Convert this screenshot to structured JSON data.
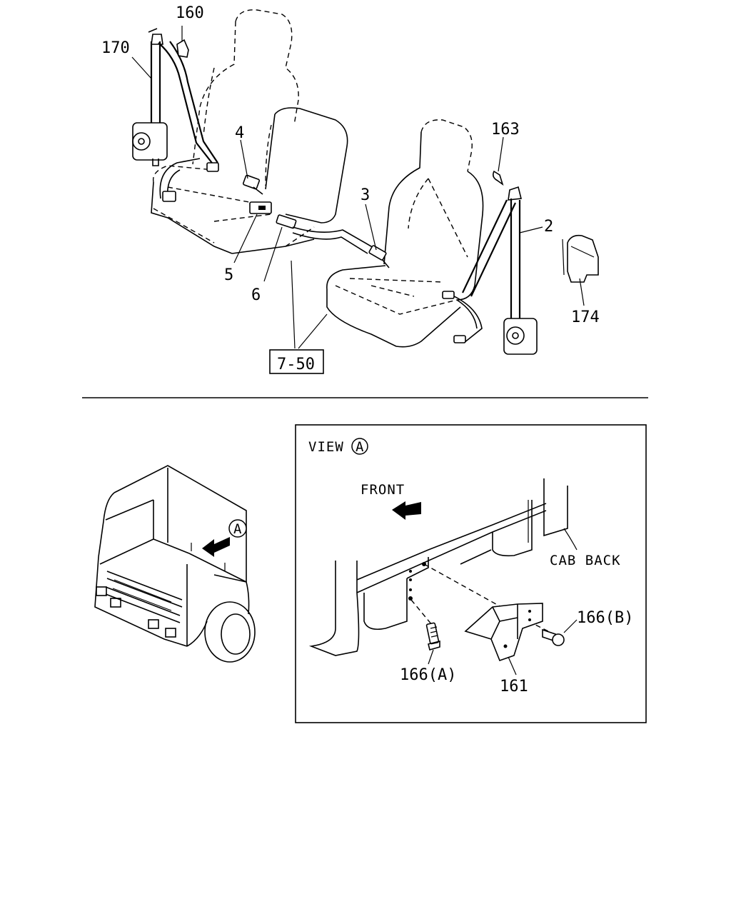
{
  "diagram": {
    "callouts": {
      "p160": "160",
      "p170": "170",
      "p4": "4",
      "p163": "163",
      "p3": "3",
      "p2": "2",
      "p5": "5",
      "p6": "6",
      "p174": "174",
      "ref": "7-50"
    },
    "view": {
      "title": "VIEW",
      "marker": "A",
      "front_label": "FRONT",
      "cab_back_label": "CAB BACK",
      "p166a": "166(A)",
      "p166b": "166(B)",
      "p161": "161"
    },
    "truck": {
      "marker": "A"
    }
  }
}
